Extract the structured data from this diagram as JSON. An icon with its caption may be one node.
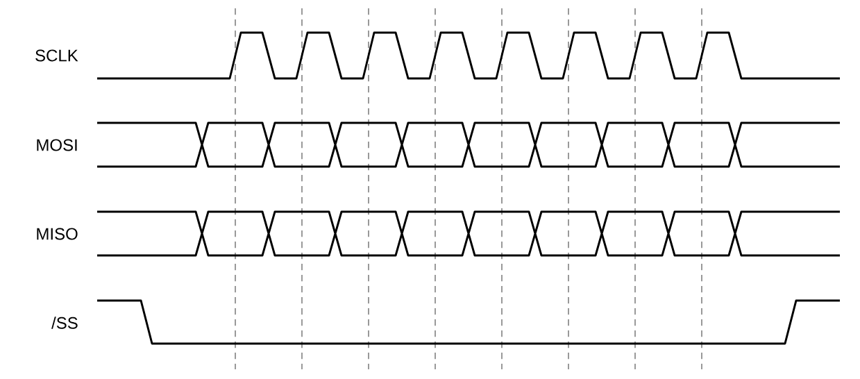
{
  "diagram": {
    "labels": [
      "SCLK",
      "MOSI",
      "MISO",
      "/SS"
    ]
  }
}
